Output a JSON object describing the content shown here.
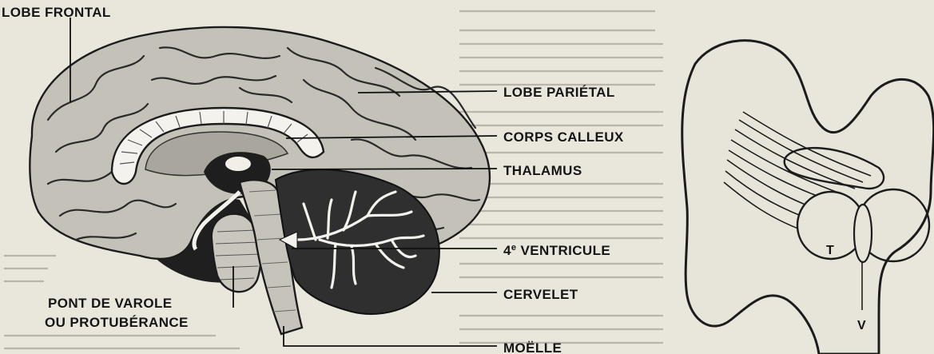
{
  "brain_labels": {
    "lobe_frontal": "LOBE FRONTAL",
    "lobe_parietal": "LOBE PARIÉTAL",
    "corps_calleux": "CORPS CALLEUX",
    "thalamus": "THALAMUS",
    "ventricule": "4e VENTRICULE",
    "ventricule_number": "4",
    "ventricule_sup": "e",
    "ventricule_word": " VENTRICULE",
    "cervelet": "CERVELET",
    "pont_line1": "PONT DE VAROLE",
    "pont_line2": "OU PROTUBÉRANCE",
    "moelle": "MOËLLE"
  },
  "inset_labels": {
    "t": "T",
    "v": "V"
  },
  "colors": {
    "paper": "#e9e6dc",
    "brain_fill": "#c4c1b8",
    "dark": "#1c1c1c",
    "cerebellum_fill": "#2f2f2f",
    "corpus_fill": "#f4f2ec"
  }
}
